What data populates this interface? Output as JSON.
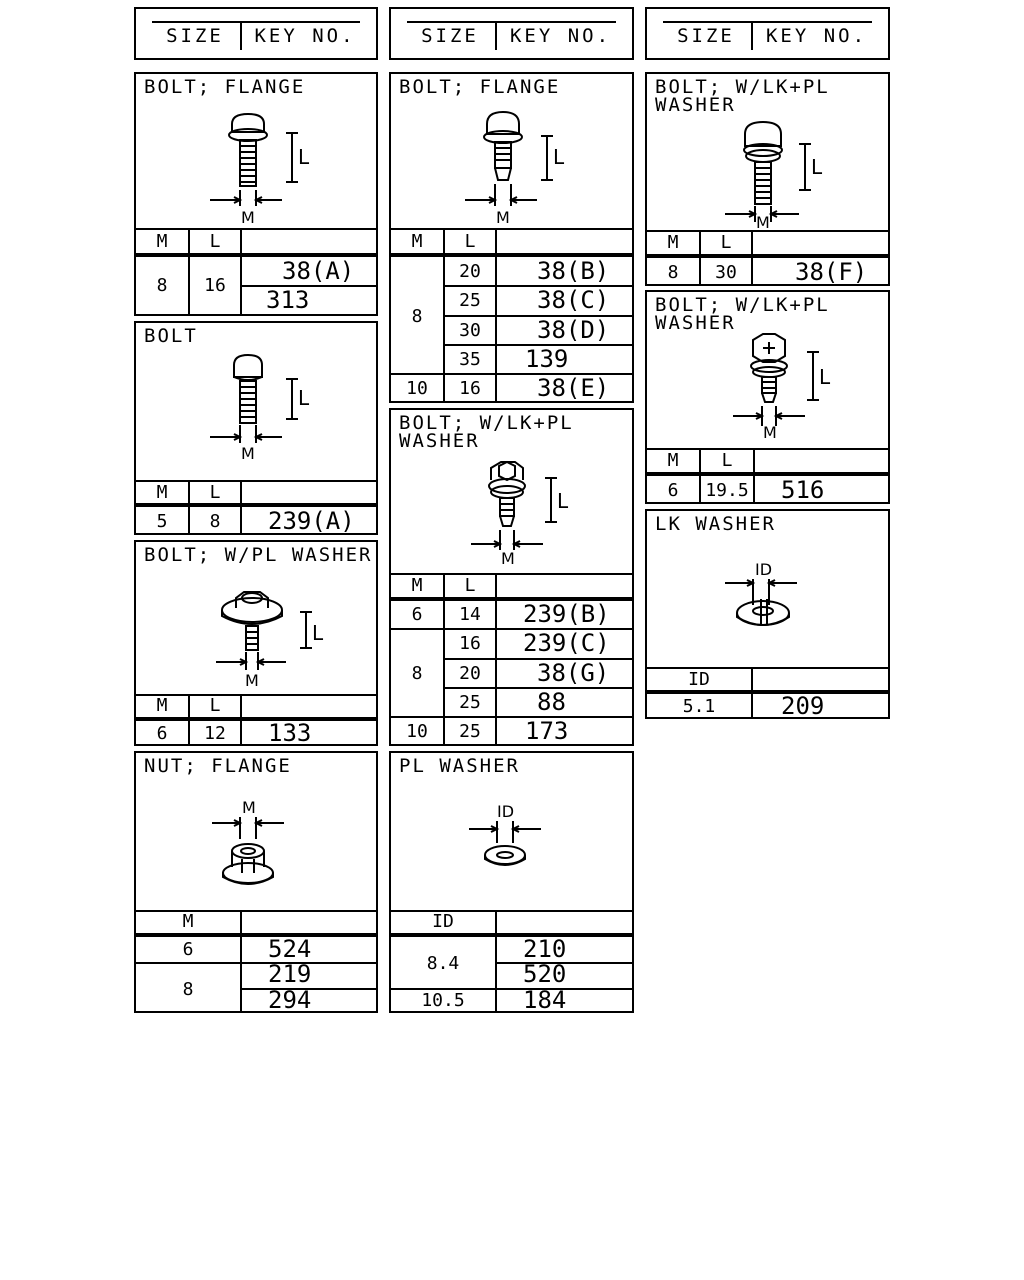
{
  "header": {
    "size_label": "SIZE",
    "key_label": "KEY NO."
  },
  "col": {
    "m": "M",
    "l": "L",
    "id": "ID"
  },
  "blocks": {
    "b1": {
      "title": "BOLT; FLANGE",
      "m": "8",
      "l": "16",
      "keys": [
        "38(A)",
        "313"
      ]
    },
    "b2": {
      "title": "BOLT",
      "m": "5",
      "l": "8",
      "key": "239(A)"
    },
    "b3": {
      "title": "BOLT; W/PL WASHER",
      "m": "6",
      "l": "12",
      "key": "133"
    },
    "b4": {
      "title": "NUT; FLANGE",
      "rows": [
        {
          "m": "6",
          "keys": [
            "524"
          ]
        },
        {
          "m": "8",
          "keys": [
            "219",
            "294"
          ]
        }
      ]
    },
    "b5": {
      "title": "BOLT; FLANGE",
      "rows": [
        {
          "m": "8",
          "l": "20",
          "key": "38(B)"
        },
        {
          "l": "25",
          "key": "38(C)"
        },
        {
          "l": "30",
          "key": "38(D)"
        },
        {
          "l": "35",
          "key": "139"
        },
        {
          "m": "10",
          "l": "16",
          "key": "38(E)"
        }
      ]
    },
    "b6": {
      "title": "BOLT; W/LK+PL\nWASHER",
      "rows": [
        {
          "m": "6",
          "l": "14",
          "key": "239(B)"
        },
        {
          "m": "8",
          "l": "16",
          "key": "239(C)"
        },
        {
          "l": "20",
          "key": "38(G)"
        },
        {
          "l": "25",
          "key": "88"
        },
        {
          "m": "10",
          "l": "25",
          "key": "173"
        }
      ]
    },
    "b7": {
      "title": "PL WASHER",
      "rows": [
        {
          "id": "8.4",
          "keys": [
            "210",
            "520"
          ]
        },
        {
          "id": "10.5",
          "keys": [
            "184"
          ]
        }
      ]
    },
    "b8": {
      "title": "BOLT; W/LK+PL\nWASHER",
      "m": "8",
      "l": "30",
      "key": "38(F)"
    },
    "b9": {
      "title": "BOLT; W/LK+PL\nWASHER",
      "m": "6",
      "l": "19.5",
      "key": "516"
    },
    "b10": {
      "title": "LK WASHER",
      "id": "5.1",
      "key": "209"
    }
  },
  "dim_labels": {
    "length": "L",
    "diameter": "M",
    "inner": "ID"
  }
}
